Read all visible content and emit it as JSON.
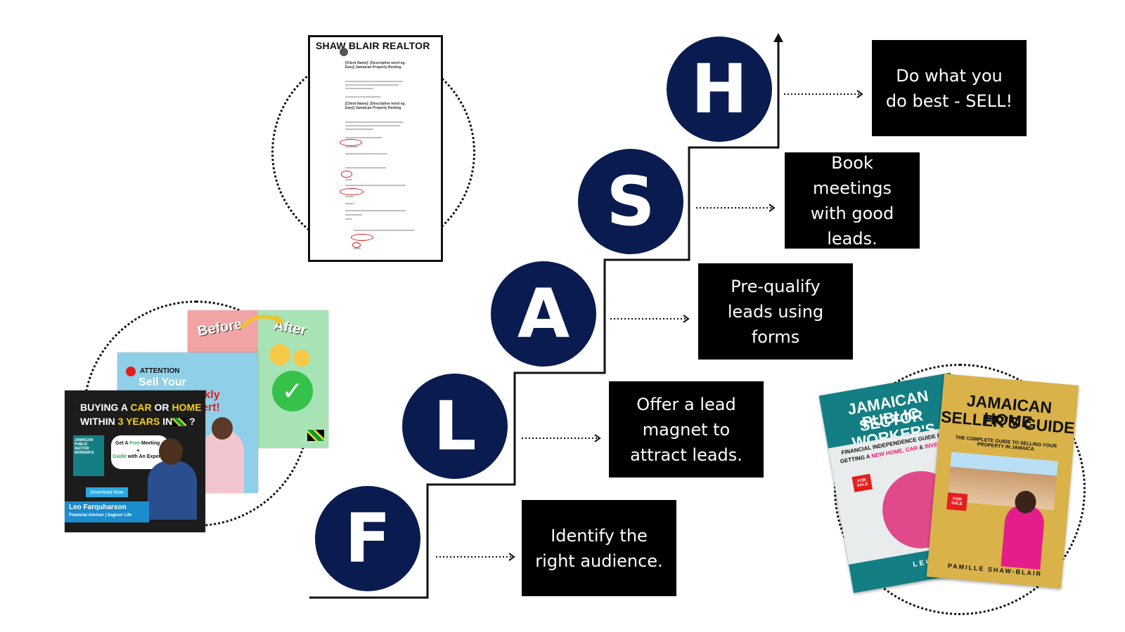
{
  "steps": [
    {
      "letter": "F",
      "description": "Identify the right audience."
    },
    {
      "letter": "L",
      "description": "Offer a lead magnet to attract leads."
    },
    {
      "letter": "A",
      "description": "Pre-qualify leads using forms"
    },
    {
      "letter": "S",
      "description": "Book meetings with good leads."
    },
    {
      "letter": "H",
      "description": "Do what you do best - SELL!"
    }
  ],
  "colors": {
    "circle": "#0a1c4f",
    "box": "#000000",
    "book_teal": "#137f84",
    "book_gold": "#d9b24a",
    "flyer_dark": "#1c1c1c",
    "flyer_blue": "#8fd0e8",
    "flyer_pink": "#f2a4a4"
  },
  "form_sheet": {
    "title": "SHAW BLAIR REALTOR",
    "heading_1": "[Client Name]: [Descriptive word eg. Easy] Jamaican Property Renting",
    "heading_2": "[Client Name]: [Descriptive word eg. Easy] Jamaican Property Renting"
  },
  "flyers": {
    "before_after": {
      "before": "Before",
      "after": "After"
    },
    "attention": {
      "label": "ATTENTION",
      "headline": "Sell Your",
      "headline_accent": "ickly",
      "headline_tail": "ert!"
    },
    "main": {
      "line1_a": "BUYING A ",
      "line1_b": "CAR",
      "line1_c": " OR ",
      "line1_d": "HOME",
      "line2_a": "WITHIN ",
      "line2_b": "3 YEARS",
      "line2_c": " IN",
      "line2_d": " ?",
      "bubble_a": "Get A ",
      "bubble_b": "Free",
      "bubble_c": " Meeting",
      "bubble_plus": "+",
      "bubble_d": "Guide",
      "bubble_e": " with An ",
      "bubble_f": "Expert",
      "mini_book": "JAMAICAN PUBLIC SECTOR WORKER'S",
      "download": "Download Now",
      "name": "Leo Farquharson",
      "role": "Financial Advisor | Sagicor Life"
    }
  },
  "books": {
    "public": {
      "title_1": "JAMAICAN PUBLIC",
      "title_2": "SECTOR WORKER'S",
      "subtitle_1": "FINANCIAL INDEPENDENCE GUIDE FOR",
      "subtitle_2a": "GETTING A ",
      "subtitle_2b": "NEW HOME, CAR",
      "subtitle_2c": " & ",
      "subtitle_2d": "INVESTME",
      "for_sale": "FOR SALE",
      "author": "LEO F"
    },
    "seller": {
      "title_1": "JAMAICAN HOME",
      "title_2": "SELLER'S GUIDE",
      "subtitle": "THE COMPLETE GUIDE TO SELLING YOUR PROPERTY IN JAMAICA",
      "for_sale": "FOR SALE",
      "author": "PAMILLE SHAW-BLAIR"
    }
  }
}
